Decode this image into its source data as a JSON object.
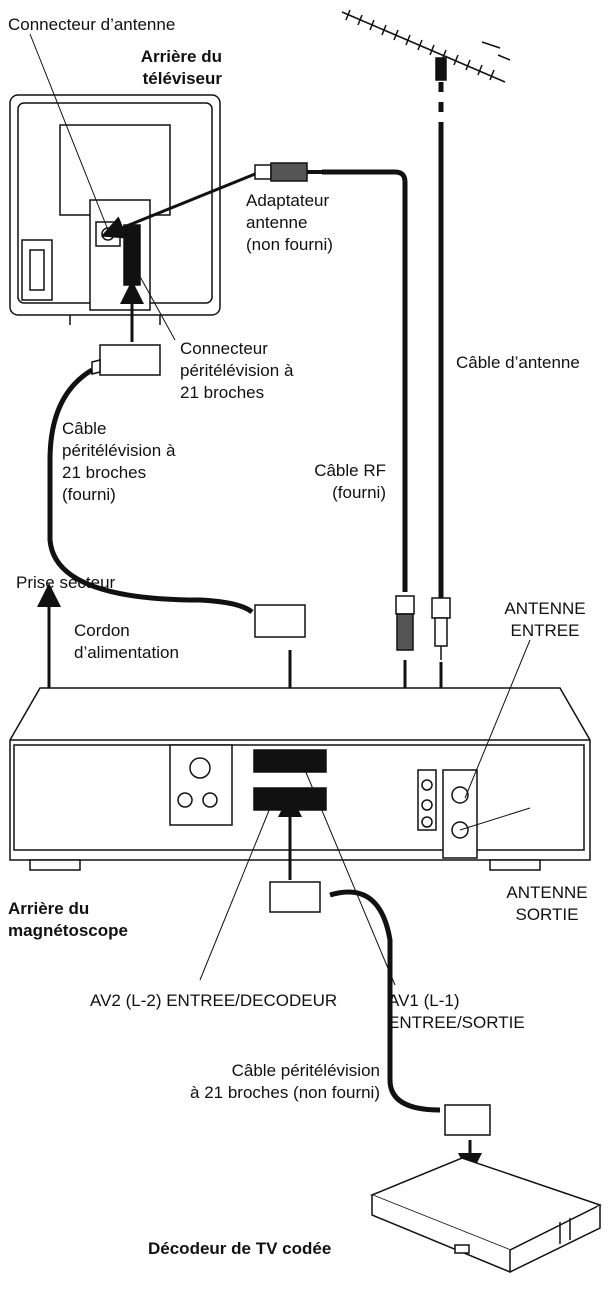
{
  "labels": {
    "antenna_connector": "Connecteur d’antenne",
    "tv_rear": [
      "Arrière du",
      "téléviseur"
    ],
    "antenna_adapter": [
      "Adaptateur",
      "antenne",
      "(non fourni)"
    ],
    "antenna_cable": "Câble d’antenne",
    "scart_connector": [
      "Connecteur",
      "péritélévision à",
      "21 broches"
    ],
    "scart_cable_supplied": [
      "Câble",
      "péritélévision à",
      "21 broches",
      "(fourni)"
    ],
    "rf_cable": [
      "Câble RF",
      "(fourni)"
    ],
    "mains_outlet": "Prise secteur",
    "power_cord": [
      "Cordon",
      "d’alimentation"
    ],
    "antenna_in": [
      "ANTENNE",
      "ENTREE"
    ],
    "vcr_rear": [
      "Arrière du",
      "magnétoscope"
    ],
    "antenna_out": [
      "ANTENNE",
      "SORTIE"
    ],
    "av2": "AV2 (L-2) ENTREE/DECODEUR",
    "av1": [
      "AV1 (L-1)",
      "ENTREE/SORTIE"
    ],
    "scart_cable_not_supplied": [
      "Câble péritélévision",
      "à 21 broches (non fourni)"
    ],
    "decoder": "Décodeur de TV codée"
  }
}
